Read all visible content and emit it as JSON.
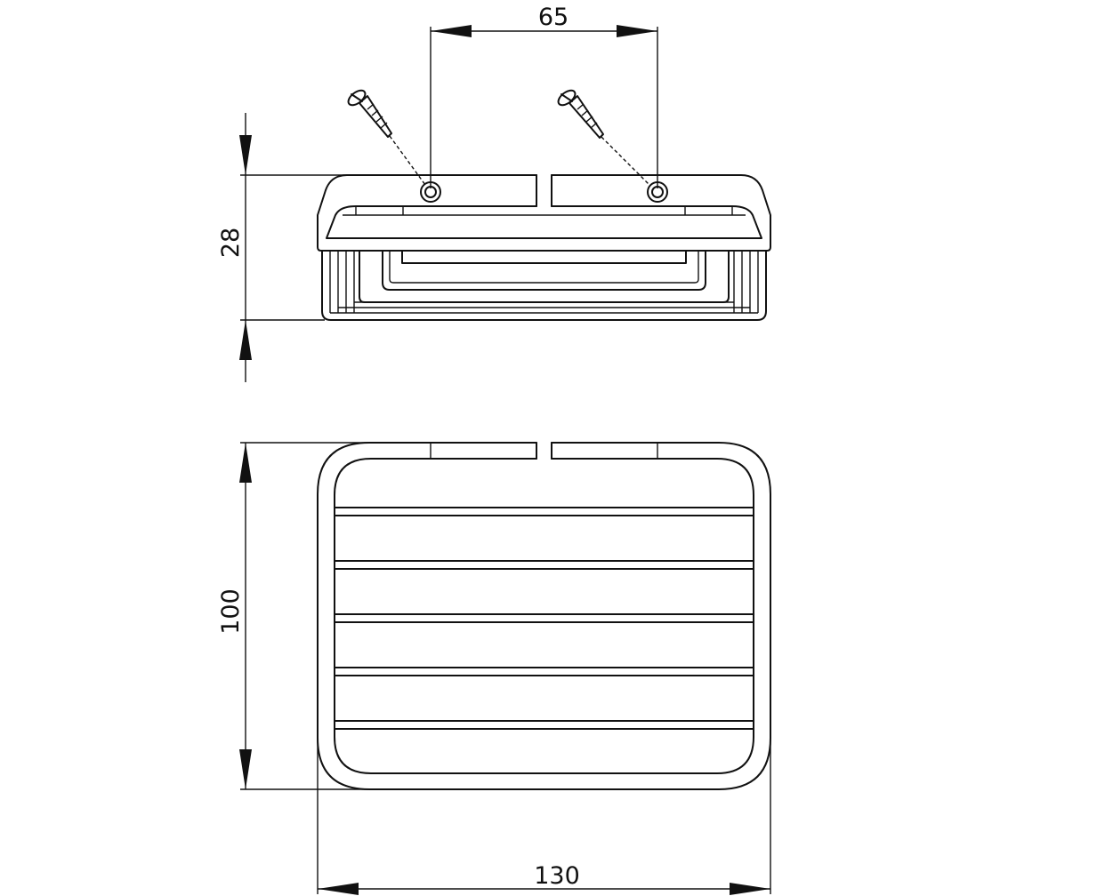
{
  "colors": {
    "line": "#111111",
    "background": "#ffffff"
  },
  "dimensions": {
    "screw_spacing": "65",
    "height": "28",
    "depth": "100",
    "width": "130"
  },
  "icons": [
    "screw-icon",
    "screw-icon"
  ]
}
